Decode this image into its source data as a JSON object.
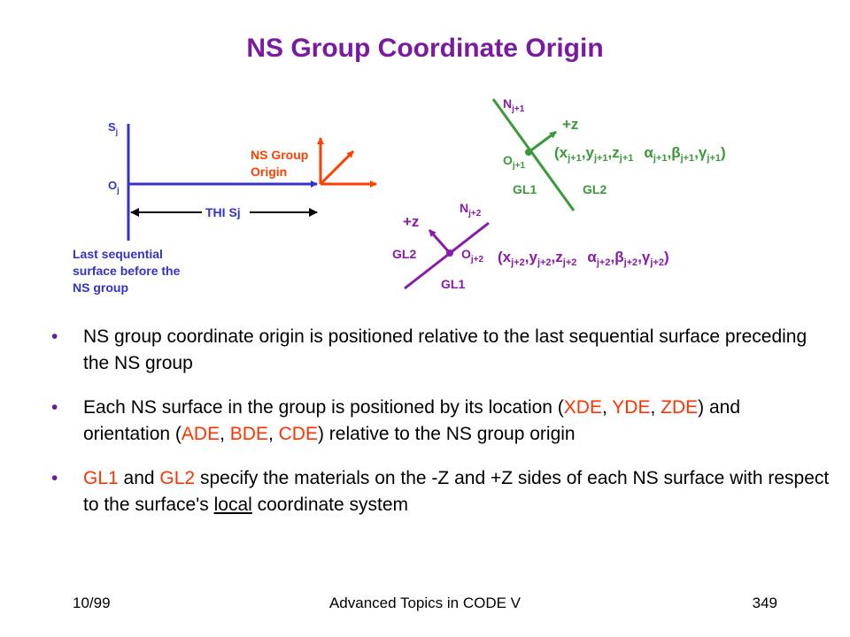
{
  "title": "NS Group Coordinate Origin",
  "colors": {
    "title": "#7a1aa0",
    "blue": "#3333cc",
    "orange": "#ff4000",
    "green": "#3a9a3a",
    "purple": "#8a1aaa",
    "highlight": "#ff3300"
  },
  "diagram": {
    "left": {
      "sj_main": "S",
      "sj_sub": "j",
      "oj_main": "O",
      "oj_sub": "j",
      "origin_label_1": "NS Group",
      "origin_label_2": "Origin",
      "thi_label": "THI Sj",
      "last_surface_1": "Last sequential",
      "last_surface_2": "surface before the",
      "last_surface_3": "NS group"
    },
    "green": {
      "n_main": "N",
      "n_sub": "j+1",
      "plus_z": "+z",
      "o_main": "O",
      "o_sub": "j+1",
      "coord_open": "(x",
      "y": "y",
      "z": "z",
      "sub": "j+1",
      "alpha": "α",
      "beta": "β",
      "gamma": "γ",
      "comma": ",",
      "close": ")",
      "gl1": "GL1",
      "gl2": "GL2"
    },
    "purple": {
      "n_main": "N",
      "n_sub": "j+2",
      "plus_z": "+z",
      "o_main": "O",
      "o_sub": "j+2",
      "coord_open": "(x",
      "y": "y",
      "z": "z",
      "sub": "j+2",
      "alpha": "α",
      "beta": "β",
      "gamma": "γ",
      "comma": ",",
      "close": ")",
      "gl1": "GL1",
      "gl2": "GL2"
    }
  },
  "bullets": {
    "b1_text": "NS group coordinate origin is positioned relative to the last sequential surface preceding the NS group",
    "b2_a": "Each NS surface in the group is positioned by its location (",
    "b2_xde": "XDE",
    "b2_sep": ", ",
    "b2_yde": "YDE",
    "b2_zde": "ZDE",
    "b2_b": ") and orientation (",
    "b2_ade": "ADE",
    "b2_bde": "BDE",
    "b2_cde": "CDE",
    "b2_c": ") relative to the NS group origin",
    "b3_gl1": "GL1",
    "b3_and": " and ",
    "b3_gl2": "GL2",
    "b3_a": " specify the materials on the -Z and +Z sides of each NS surface with respect to the surface's ",
    "b3_local": "local",
    "b3_b": " coordinate system",
    "dot": "•"
  },
  "footer": {
    "date": "10/99",
    "center": "Advanced Topics in CODE V",
    "page": "349"
  }
}
